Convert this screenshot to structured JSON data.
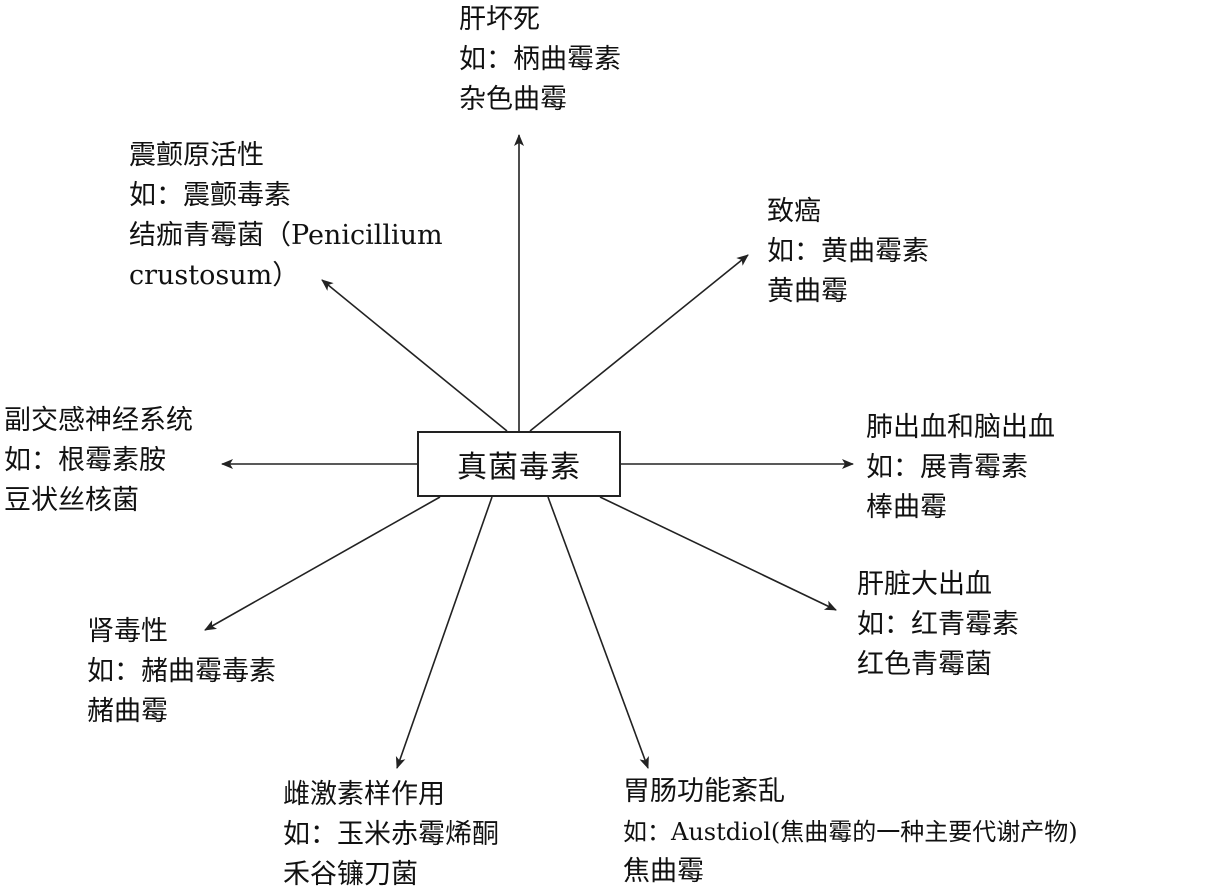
{
  "diagram": {
    "center": "真菌毒素",
    "nodes": [
      {
        "id": "liver-necrosis",
        "lines": [
          "肝坏死",
          "如：柄曲霉素",
          "杂色曲霉"
        ]
      },
      {
        "id": "tremorgenic",
        "lines": [
          "震颤原活性",
          "如：震颤毒素",
          "结痂青霉菌（Penicillium",
          "crustosum）"
        ]
      },
      {
        "id": "carcinogenic",
        "lines": [
          "致癌",
          "如：黄曲霉素",
          "黄曲霉"
        ]
      },
      {
        "id": "parasympathetic",
        "lines": [
          "副交感神经系统",
          "如：根霉素胺",
          "豆状丝核菌"
        ]
      },
      {
        "id": "lung-brain-hemorrhage",
        "lines": [
          "肺出血和脑出血",
          "如：展青霉素",
          "棒曲霉"
        ]
      },
      {
        "id": "nephrotoxic",
        "lines": [
          "肾毒性",
          "如：赭曲霉毒素",
          "赭曲霉"
        ]
      },
      {
        "id": "liver-hemorrhage",
        "lines": [
          "肝脏大出血",
          "如：红青霉素",
          "红色青霉菌"
        ]
      },
      {
        "id": "estrogenic",
        "lines": [
          "雌激素样作用",
          "如：玉米赤霉烯酮",
          "禾谷镰刀菌"
        ]
      },
      {
        "id": "gastrointestinal",
        "lines": [
          "胃肠功能紊乱",
          "如：Austdiol(焦曲霉的一种主要代谢产物)",
          "焦曲霉"
        ]
      }
    ]
  }
}
